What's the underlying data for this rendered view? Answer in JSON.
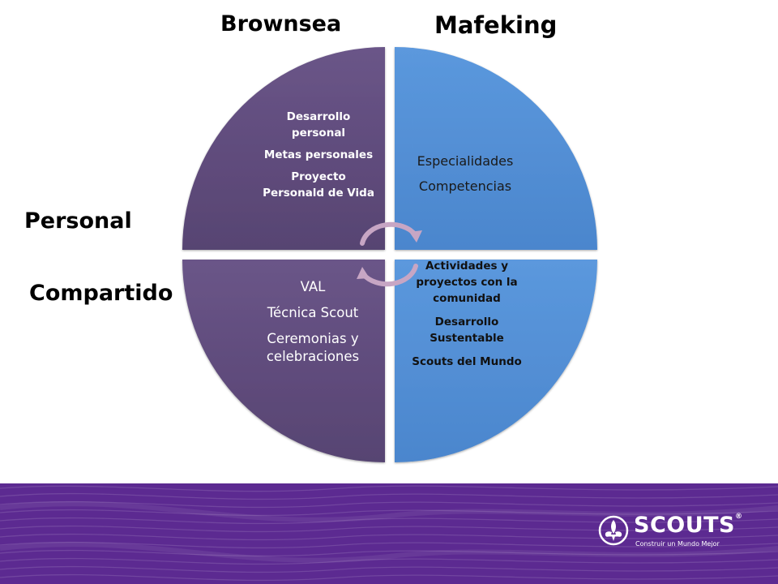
{
  "headers": {
    "brownsea": "Brownsea",
    "mafeking": "Mafeking",
    "personal": "Personal",
    "compartido": "Compartido"
  },
  "quadrants": {
    "top_left": {
      "color": "#5f4a7c",
      "items": [
        "Desarrollo personal",
        "Metas personales",
        "Proyecto Personald de Vida"
      ]
    },
    "top_right": {
      "color": "#538fd5",
      "items": [
        "Especialidades",
        "Competencias"
      ]
    },
    "bottom_left": {
      "color": "#5f4a7c",
      "items": [
        "VAL",
        "Técnica Scout",
        "Ceremonias y celebraciones"
      ]
    },
    "bottom_right": {
      "color": "#538fd5",
      "items": [
        "Actividades y proyectos con la comunidad",
        "Desarrollo Sustentable",
        "Scouts del Mundo"
      ]
    }
  },
  "center_icon": "circular-arrows-icon",
  "footer": {
    "color": "#5c2a91",
    "logo_name": "SCOUTS",
    "logo_registered": "®",
    "logo_tagline": "Construir un Mundo Mejor",
    "logo_icon": "fleur-de-lis-icon"
  }
}
